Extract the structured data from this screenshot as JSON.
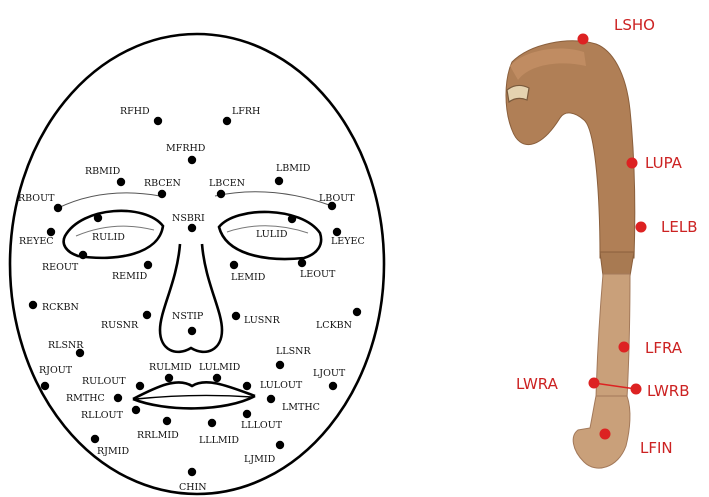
{
  "colors": {
    "face_marker": "#000000",
    "arm_marker": "#dd2222",
    "arm_label": "#cc2222",
    "arm_skin": "#b07f56",
    "forearm_skin": "#c9a07a"
  },
  "face_panel": {
    "markers": [
      {
        "id": "RFHD",
        "label": "RFHD"
      },
      {
        "id": "LFRH",
        "label": "LFRH"
      },
      {
        "id": "MFRHD",
        "label": "MFRHD"
      },
      {
        "id": "RBMID",
        "label": "RBMID"
      },
      {
        "id": "LBMID",
        "label": "LBMID"
      },
      {
        "id": "RBCEN",
        "label": "RBCEN"
      },
      {
        "id": "LBCEN",
        "label": "LBCEN"
      },
      {
        "id": "RBOUT",
        "label": "RBOUT"
      },
      {
        "id": "LBOUT",
        "label": "LBOUT"
      },
      {
        "id": "NSBRI",
        "label": "NSBRI"
      },
      {
        "id": "RULID",
        "label": "RULID"
      },
      {
        "id": "LULID",
        "label": "LULID"
      },
      {
        "id": "REYEC",
        "label": "REYEC"
      },
      {
        "id": "LEYEC",
        "label": "LEYEC"
      },
      {
        "id": "REOUT",
        "label": "REOUT"
      },
      {
        "id": "LEOUT",
        "label": "LEOUT"
      },
      {
        "id": "REMID",
        "label": "REMID"
      },
      {
        "id": "LEMID",
        "label": "LEMID"
      },
      {
        "id": "RCKBN",
        "label": "RCKBN"
      },
      {
        "id": "LCKBN",
        "label": "LCKBN"
      },
      {
        "id": "NSTIP",
        "label": "NSTIP"
      },
      {
        "id": "RUSNR",
        "label": "RUSNR"
      },
      {
        "id": "LUSNR",
        "label": "LUSNR"
      },
      {
        "id": "RLSNR",
        "label": "RLSNR"
      },
      {
        "id": "LLSNR",
        "label": "LLSNR"
      },
      {
        "id": "RULMID",
        "label": "RULMID"
      },
      {
        "id": "LULMID",
        "label": "LULMID"
      },
      {
        "id": "RJOUT",
        "label": "RJOUT"
      },
      {
        "id": "LJOUT",
        "label": "LJOUT"
      },
      {
        "id": "RULOUT",
        "label": "RULOUT"
      },
      {
        "id": "LULOUT",
        "label": "LULOUT"
      },
      {
        "id": "RMTHC",
        "label": "RMTHC"
      },
      {
        "id": "LMTHC",
        "label": "LMTHC"
      },
      {
        "id": "RLLOUT",
        "label": "RLLOUT"
      },
      {
        "id": "LLLOUT",
        "label": "LLLOUT"
      },
      {
        "id": "RRLMID",
        "label": "RRLMID"
      },
      {
        "id": "LLLMID",
        "label": "LLLMID"
      },
      {
        "id": "RJMID",
        "label": "RJMID"
      },
      {
        "id": "LJMID",
        "label": "LJMID"
      },
      {
        "id": "CHIN",
        "label": "CHIN"
      }
    ]
  },
  "arm_panel": {
    "markers": [
      {
        "id": "LSHO",
        "label": "LSHO"
      },
      {
        "id": "LUPA",
        "label": "LUPA"
      },
      {
        "id": "LELB",
        "label": "LELB"
      },
      {
        "id": "LFRA",
        "label": "LFRA"
      },
      {
        "id": "LWRA",
        "label": "LWRA"
      },
      {
        "id": "LWRB",
        "label": "LWRB"
      },
      {
        "id": "LFIN",
        "label": "LFIN"
      }
    ]
  }
}
